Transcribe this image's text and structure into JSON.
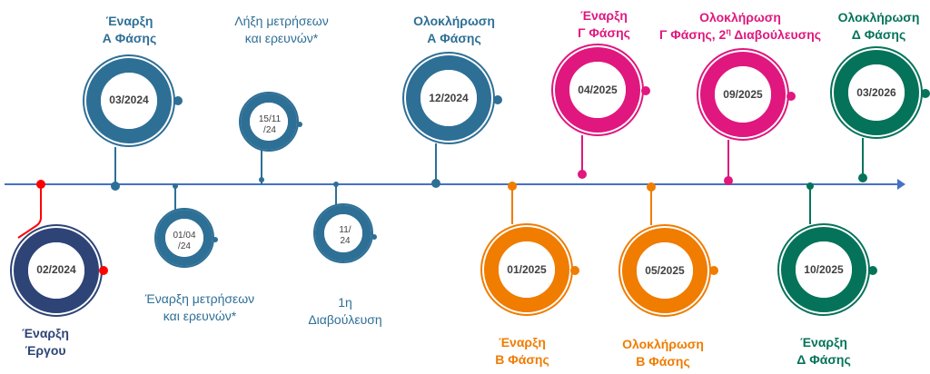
{
  "colors": {
    "axis": "#4472C4",
    "red": "#FF0000",
    "navy": "#2E4477",
    "blue": "#2E6F96",
    "orange": "#F07C00",
    "magenta": "#E0177E",
    "green": "#05735A"
  },
  "milestones": [
    {
      "id": "m1",
      "date": "02/2024",
      "label1": "Έναρξη",
      "label2": "Έργου"
    },
    {
      "id": "m2",
      "date": "03/2024",
      "label1": "Έναρξη",
      "label2": "Α Φάσης"
    },
    {
      "id": "m3",
      "date": "01/04",
      "date2": "/24",
      "label1": "Έναρξη μετρήσεων",
      "label2": "και ερευνών*"
    },
    {
      "id": "m4",
      "date": "15/11",
      "date2": "/24",
      "label1": "Λήξη μετρήσεων",
      "label2": "και ερευνών*"
    },
    {
      "id": "m5",
      "date": "11/",
      "date2": "24",
      "label1": "1η",
      "label2": "Διαβούλευση"
    },
    {
      "id": "m6",
      "date": "12/2024",
      "label1": "Ολοκλήρωση",
      "label2": "Α Φάσης"
    },
    {
      "id": "m7",
      "date": "01/2025",
      "label1": "Έναρξη",
      "label2": "Β Φάσης"
    },
    {
      "id": "m8",
      "date": "04/2025",
      "label1": "Έναρξη",
      "label2": "Γ Φάσης"
    },
    {
      "id": "m9",
      "date": "05/2025",
      "label1": "Ολοκλήρωση",
      "label2": "Β Φάσης"
    },
    {
      "id": "m10",
      "date": "09/2025",
      "label1": "Ολοκλήρωση",
      "label2a": "Γ Φάσης, 2",
      "label2sup": "η",
      "label2b": " Διαβούλευσης"
    },
    {
      "id": "m11",
      "date": "10/2025",
      "label1": "Έναρξη",
      "label2": "Δ Φάσης"
    },
    {
      "id": "m12",
      "date": "03/2026",
      "label1": "Ολοκλήρωση",
      "label2": "Δ Φάσης"
    }
  ]
}
